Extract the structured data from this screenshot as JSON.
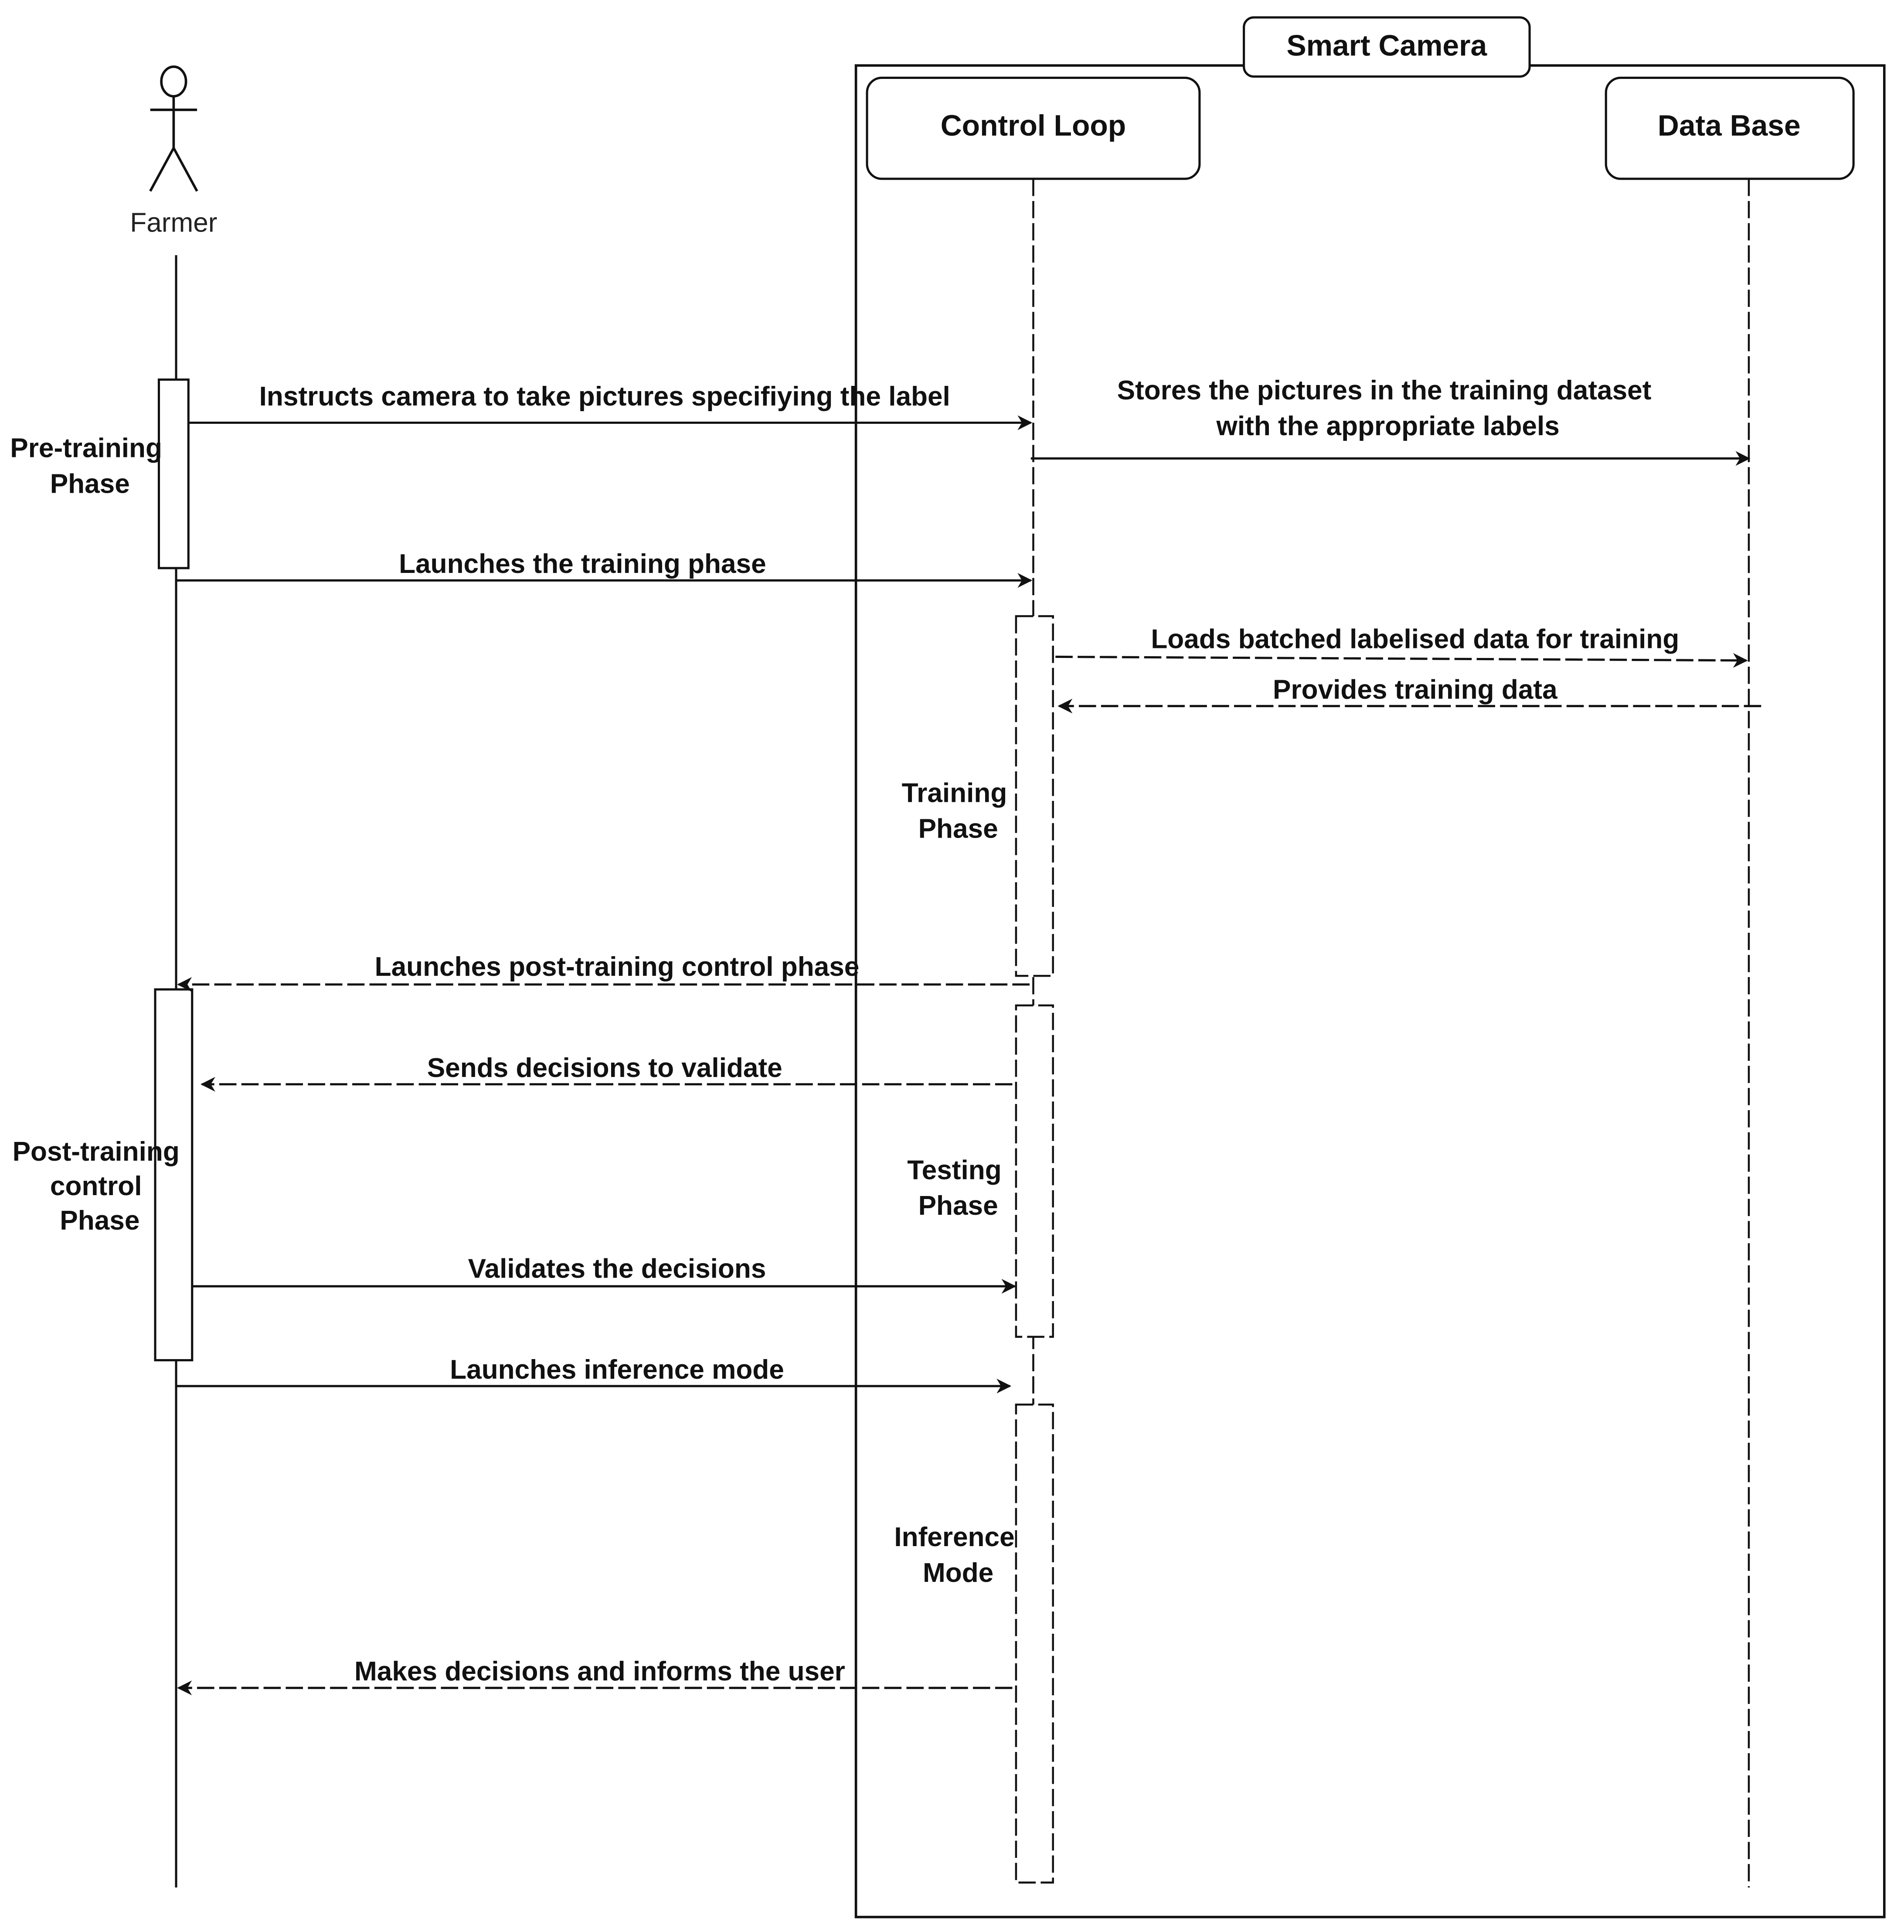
{
  "colors": {
    "ink": "#111111",
    "background": "#ffffff"
  },
  "system": {
    "title": "Smart Camera"
  },
  "actor": {
    "name": "Farmer",
    "icon": "stick-figure-icon"
  },
  "lifelines": {
    "control_loop": "Control Loop",
    "data_base": "Data Base"
  },
  "phases": {
    "pre_training": [
      "Pre-training",
      "Phase"
    ],
    "training": [
      "Training",
      "Phase"
    ],
    "post_training": [
      "Post-training",
      "control",
      "Phase"
    ],
    "testing": [
      "Testing",
      "Phase"
    ],
    "inference": [
      "Inference",
      "Mode"
    ]
  },
  "messages": {
    "instructs": "Instructs camera to take pictures specifiying the label",
    "stores": [
      "Stores the pictures in the training dataset",
      "with the appropriate labels"
    ],
    "launch_training": "Launches the training phase",
    "loads_batched": "Loads batched labelised data for training",
    "provides": "Provides training data",
    "launch_post": "Launches post-training control phase",
    "sends_decisions": "Sends decisions to validate",
    "validates": "Validates the decisions",
    "launch_inference": "Launches inference mode",
    "makes_decisions": "Makes decisions and informs the user"
  }
}
